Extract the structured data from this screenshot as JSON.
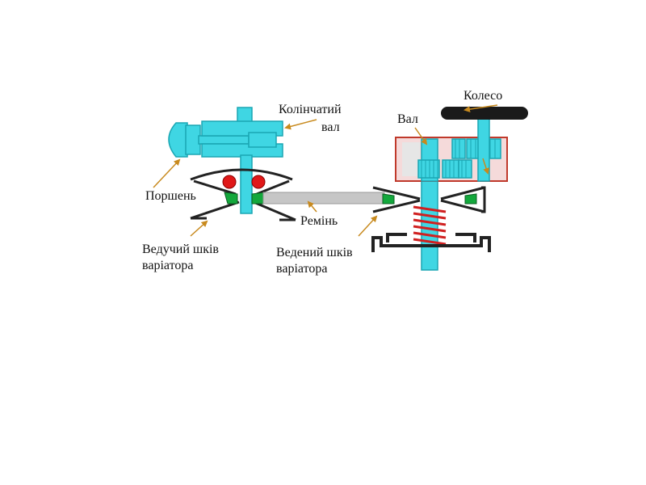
{
  "labels": {
    "crankshaft_line1": "Колінчатий",
    "crankshaft_line2": "вал",
    "wheel": "Колесо",
    "shaft": "Вал",
    "piston": "Поршень",
    "belt": "Ремінь",
    "drive_pulley_line1": "Ведучий шків",
    "drive_pulley_line2": "варіатора",
    "driven_pulley_line1": "Ведений шків",
    "driven_pulley_line2": "варіатора"
  },
  "colors": {
    "background": "#ffffff",
    "cyan_part": "#3fd6e3",
    "cyan_stroke": "#1aa6b3",
    "belt": "#c6c6c6",
    "weight": "#e01818",
    "roller": "#13a83c",
    "spring": "#d02020",
    "gearbox_fill": "#f5dada",
    "gearbox_stroke": "#c0392b",
    "arrow": "#c88a1e",
    "metal": "#222222"
  }
}
